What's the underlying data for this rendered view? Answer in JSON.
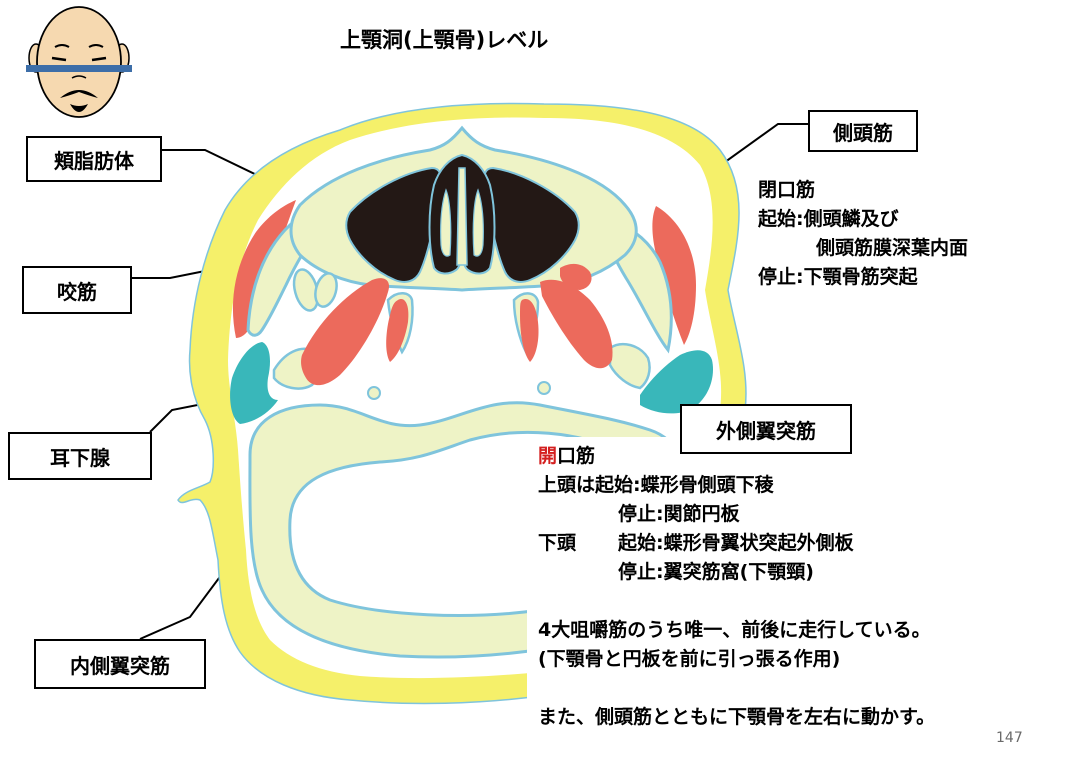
{
  "title": "上顎洞(上顎骨)レベル",
  "labels": {
    "buccal_fat_pad": "頬脂肪体",
    "masseter": "咬筋",
    "parotid_gland": "耳下腺",
    "medial_pterygoid": "内側翼突筋",
    "temporalis": "側頭筋",
    "lateral_pterygoid": "外側翼突筋"
  },
  "temporalis_info": {
    "heading": "閉口筋",
    "origin_label": "起始:",
    "origin_line1": "側頭鱗及び",
    "origin_line2": "側頭筋膜深葉内面",
    "insertion_label": "停止:",
    "insertion": "下顎骨筋突起"
  },
  "lateral_pterygoid_info": {
    "heading_char_red": "開",
    "heading_rest": "口筋",
    "upper_head_origin": "上頭は起始:蝶形骨側頭下稜",
    "upper_head_insertion": "停止:関節円板",
    "lower_head": "下頭",
    "lower_head_origin": "起始:蝶形骨翼状突起外側板",
    "lower_head_insertion": "停止:翼突筋窩(下顎頸)",
    "note1": "4大咀嚼筋のうち唯一、前後に走行している。",
    "note2": "(下顎骨と円板を前に引っ張る作用)",
    "note3": "また、側頭筋とともに下顎骨を左右に動かす。"
  },
  "page_number": "147",
  "colors": {
    "skin_yellow": "#f5f06a",
    "bone_fill": "#eef3c6",
    "bone_outline": "#7fc4dc",
    "muscle_red": "#ec6a5c",
    "gland_teal": "#39b7ba",
    "sinus_dark": "#231815",
    "accent_red": "#d42020",
    "face_skin": "#f6d9b0",
    "level_bar": "#3d6ea8"
  },
  "icons": {
    "head": "face-with-level-line-icon"
  }
}
